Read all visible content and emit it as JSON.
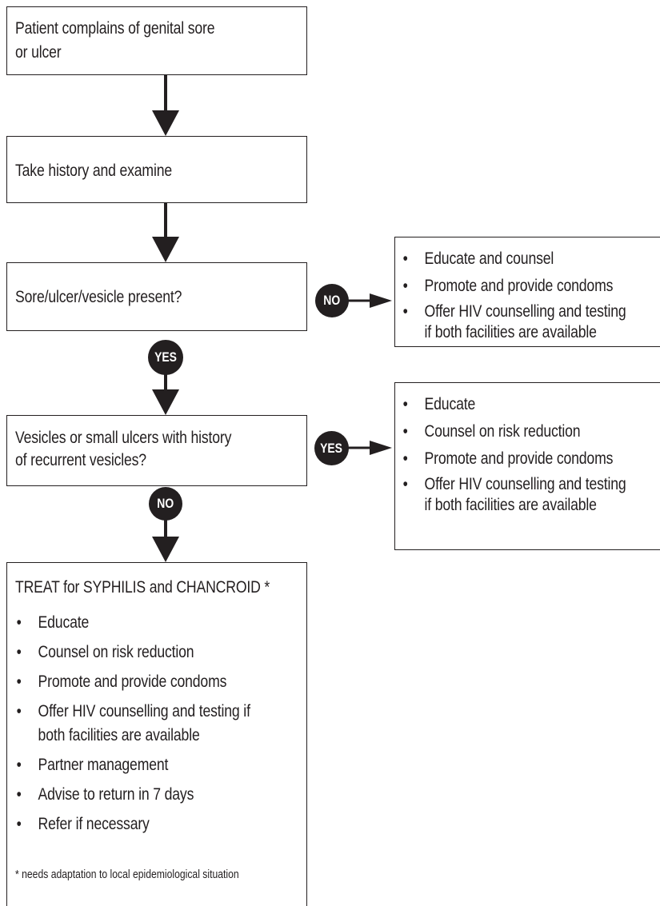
{
  "start_box": {
    "text": "Patient complains of genital sore\nor ulcer"
  },
  "history_box": {
    "text": "Take history and examine"
  },
  "decision1": {
    "question": "Sore/ulcer/vesicle present?",
    "no_label": "NO",
    "yes_label": "YES",
    "no_actions": [
      "Educate and counsel",
      "Promote and provide condoms",
      "Offer HIV counselling and testing\nif both facilities are available"
    ]
  },
  "decision2": {
    "question": "Vesicles or small ulcers with history\nof recurrent vesicles?",
    "yes_label": "YES",
    "no_label": "NO",
    "yes_actions": [
      "Educate",
      "Counsel on risk reduction",
      "Promote and provide condoms",
      "Offer HIV counselling and testing\nif both facilities are available"
    ]
  },
  "treat_box": {
    "title": "TREAT for SYPHILIS and CHANCROID *",
    "actions": [
      "Educate",
      "Counsel on risk reduction",
      "Promote and provide condoms",
      "Offer HIV counselling and testing if\nboth facilities are available",
      "Partner management",
      "Advise to return in 7 days",
      "Refer if necessary"
    ],
    "footnote": "* needs adaptation to local epidemiological situation"
  },
  "bullet": "•"
}
